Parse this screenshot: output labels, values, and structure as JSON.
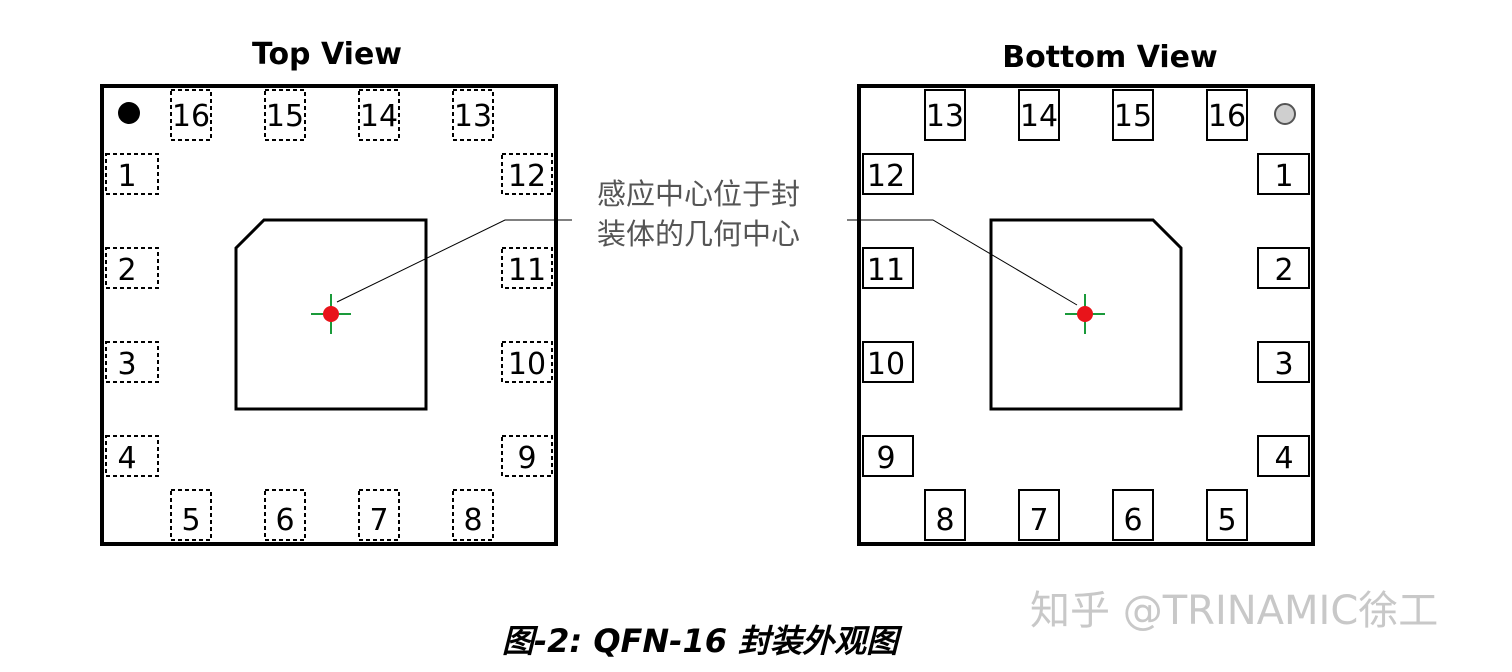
{
  "top_view": {
    "title": "Top View",
    "pins_top": [
      "16",
      "15",
      "14",
      "13"
    ],
    "pins_left": [
      "1",
      "2",
      "3",
      "4"
    ],
    "pins_right": [
      "12",
      "11",
      "10",
      "9"
    ],
    "pins_bottom": [
      "5",
      "6",
      "7",
      "8"
    ]
  },
  "bottom_view": {
    "title": "Bottom View",
    "pins_top": [
      "13",
      "14",
      "15",
      "16"
    ],
    "pins_left": [
      "12",
      "11",
      "10",
      "9"
    ],
    "pins_right": [
      "1",
      "2",
      "3",
      "4"
    ],
    "pins_bottom": [
      "8",
      "7",
      "6",
      "5"
    ]
  },
  "callout": {
    "line1": "感应中心位于封",
    "line2": "装体的几何中心"
  },
  "caption": "图-2: QFN-16 封装外观图",
  "watermark": "知乎 @TRINAMIC徐工",
  "colors": {
    "center_marker": "#e8141a",
    "crosshair": "#1a9a3a",
    "outline": "#000000"
  }
}
